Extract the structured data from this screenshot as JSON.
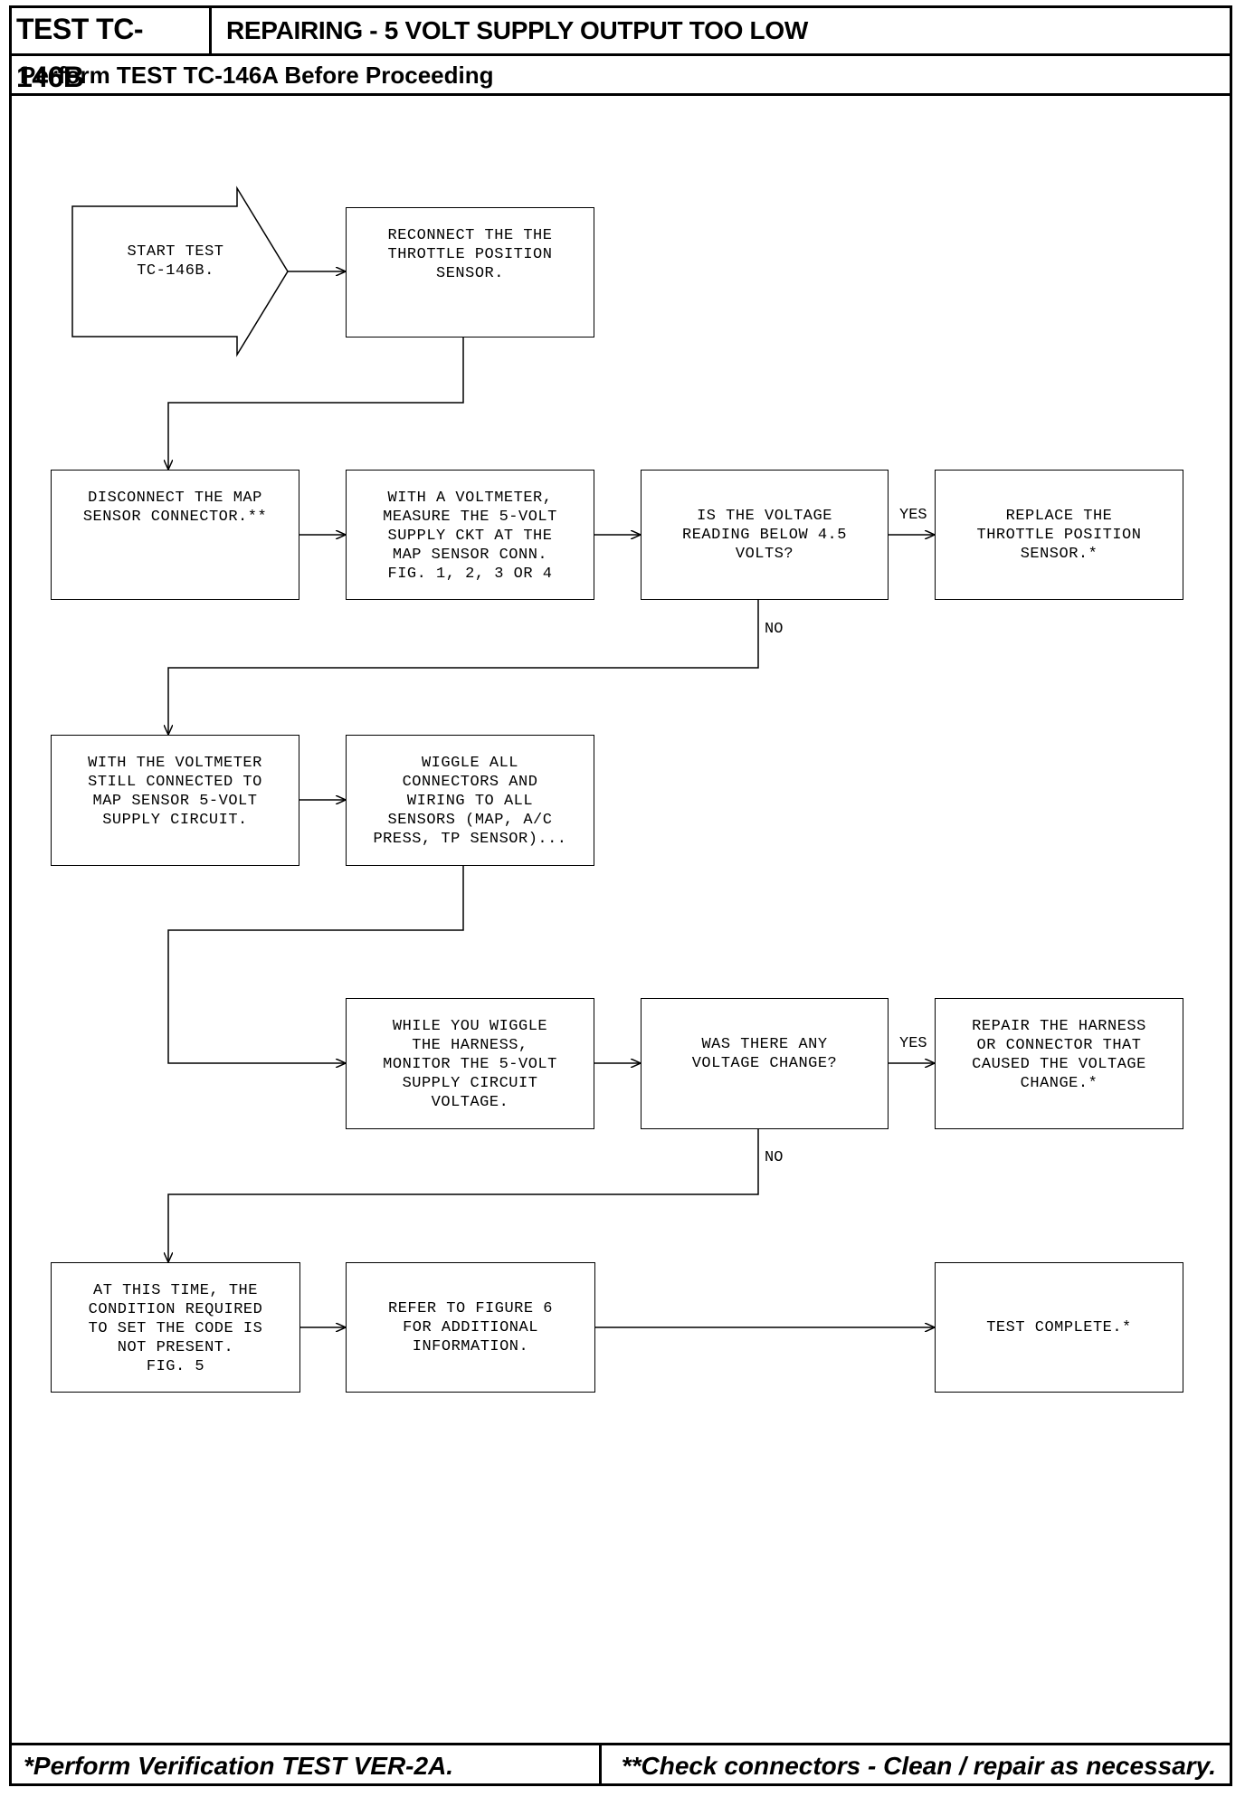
{
  "header": {
    "test_id": "TEST TC-146B",
    "title": "REPAIRING - 5 VOLT SUPPLY OUTPUT TOO LOW",
    "subtitle": "Perform TEST TC-146A Before Proceeding"
  },
  "footer": {
    "left": "*Perform Verification TEST VER-2A.",
    "right": "**Check connectors - Clean / repair as necessary."
  },
  "flow": {
    "start": "START TEST\nTC-146B.",
    "step1": "RECONNECT THE THE\nTHROTTLE POSITION\nSENSOR.",
    "step2": "DISCONNECT THE MAP\nSENSOR CONNECTOR.**",
    "step3": "WITH A VOLTMETER,\nMEASURE THE 5-VOLT\nSUPPLY CKT AT THE\nMAP SENSOR CONN.\nFIG. 1, 2, 3 OR 4",
    "decision1": "IS THE VOLTAGE\nREADING BELOW 4.5\nVOLTS?",
    "result1": "REPLACE THE\nTHROTTLE POSITION\nSENSOR.*",
    "step4": "WITH THE VOLTMETER\nSTILL CONNECTED TO\nMAP SENSOR 5-VOLT\nSUPPLY CIRCUIT.",
    "step5": "WIGGLE ALL\nCONNECTORS AND\nWIRING TO ALL\nSENSORS (MAP, A/C\nPRESS, TP SENSOR)...",
    "step6": "WHILE YOU WIGGLE\nTHE HARNESS,\nMONITOR THE 5-VOLT\nSUPPLY CIRCUIT\nVOLTAGE.",
    "decision2": "WAS THERE ANY\nVOLTAGE CHANGE?",
    "result2": "REPAIR THE HARNESS\nOR CONNECTOR THAT\nCAUSED THE VOLTAGE\nCHANGE.*",
    "step7": "AT THIS TIME, THE\nCONDITION REQUIRED\nTO SET THE CODE IS\nNOT PRESENT.\nFIG. 5",
    "step8": "REFER TO FIGURE 6\nFOR ADDITIONAL\nINFORMATION.",
    "result3": "TEST COMPLETE.*",
    "yes1": "YES",
    "no1": "NO",
    "yes2": "YES",
    "no2": "NO"
  }
}
